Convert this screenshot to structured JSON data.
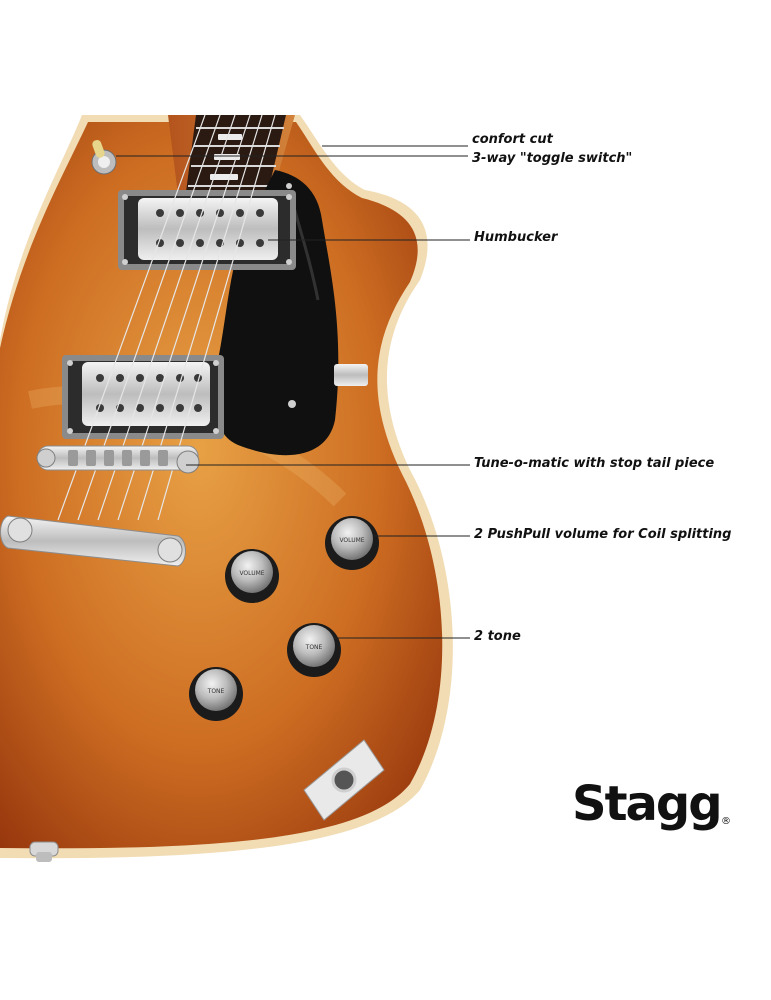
{
  "callouts": {
    "comfort_cut": "confort cut",
    "toggle_switch": "3-way \"toggle switch\"",
    "humbucker": "Humbucker",
    "bridge": "Tune-o-matic with stop tail piece",
    "volume": "2 PushPull volume for Coil splitting",
    "tone": "2 tone"
  },
  "knobs": {
    "volume_label": "VOLUME",
    "tone_label": "TONE"
  },
  "brand": {
    "name": "Stagg",
    "registered_mark": "®"
  },
  "colors": {
    "body_sunburst_light": "#e59a3c",
    "body_sunburst_dark": "#8f2f0a",
    "binding": "#f1dcb4",
    "pickguard": "#101010",
    "chrome": "#d8d8d8",
    "text": "#111111"
  }
}
